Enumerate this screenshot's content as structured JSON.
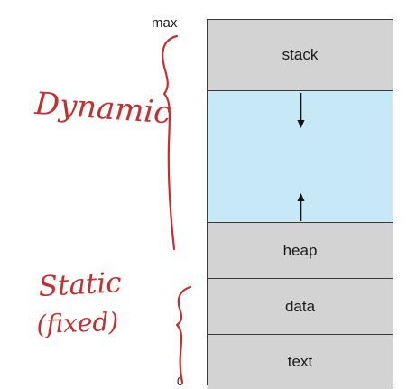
{
  "axis": {
    "top_label": "max",
    "bottom_label": "0"
  },
  "segments": {
    "stack": "stack",
    "heap": "heap",
    "data": "data",
    "text": "text"
  },
  "annotations": {
    "dynamic": "Dynamic",
    "static": "Static",
    "fixed": "(fixed)"
  },
  "colors": {
    "segment_fill": "#d3d3d3",
    "free_space_fill": "#c7e8f6",
    "border": "#3a3a3a",
    "annotation_ink": "#c42f2f"
  },
  "icons": {
    "stack_growth": "arrow-down-icon",
    "heap_growth": "arrow-up-icon"
  }
}
